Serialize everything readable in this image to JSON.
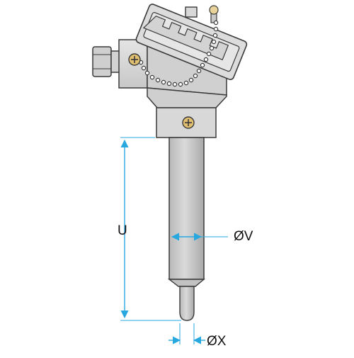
{
  "figure": {
    "subject": "thermocouple-with-connection-head",
    "dimensions": {
      "length_label": "U",
      "stem_diameter_label": "ØV",
      "tip_diameter_label": "ØX"
    },
    "colors": {
      "background": "#ffffff",
      "body_fill": "#d6d6d6",
      "body_stroke": "#3a3a3a",
      "stem_fill": "#c4c4c4",
      "dimension_line": "#29a8e0",
      "screw_fill": "#e0c070"
    },
    "icons": [
      "screw-icon",
      "cable-gland-icon",
      "bead-chain-icon"
    ]
  }
}
